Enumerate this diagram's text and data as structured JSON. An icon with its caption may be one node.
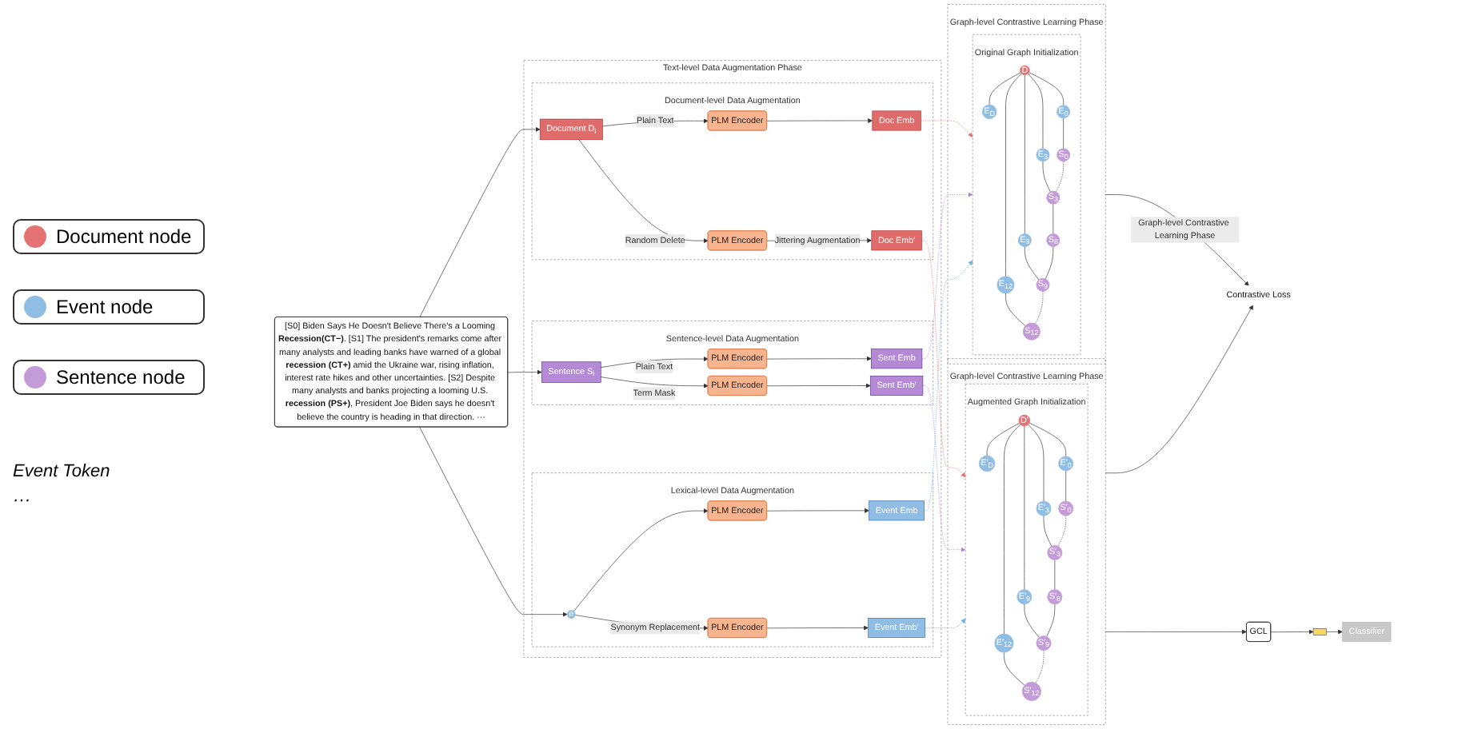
{
  "diagram": {
    "nodes": [
      {
        "text": [
          "Contrastive Loss"
        ]
      },
      {
        "text": [
          "Text-level Data Augmentation Phase"
        ]
      },
      {
        "text": [
          "Document-level Data Augmentation"
        ],
        "in": 1
      },
      {
        "text": [
          "Doc Emb"
        ],
        "in": 2
      },
      {
        "text": [
          "PLM Encoder"
        ],
        "in": 2
      },
      {
        "text": [
          "Doc Emb′"
        ],
        "in": 2
      },
      {
        "text": [
          "PLM Encoder"
        ],
        "in": 2
      },
      {
        "text": [
          "Document D$_{i}$"
        ],
        "in": 2
      },
      {
        "text": [
          "Sentence-level Data Augmentation"
        ],
        "in": 1
      },
      {
        "text": [
          "Sent Emb"
        ],
        "in": 8
      },
      {
        "text": [
          "PLM Encoder"
        ],
        "in": 8
      },
      {
        "text": [
          "Sent Emb′"
        ],
        "in": 8
      },
      {
        "text": [
          "PLM Encoder"
        ],
        "in": 8
      },
      {
        "text": [
          "Sentence S$_{i}$"
        ],
        "in": 8
      },
      {
        "text": [
          "Lexical-level Data Augmentation"
        ],
        "in": 1
      },
      {
        "text": [
          "Event Emb"
        ],
        "in": 14
      },
      {
        "text": [
          "PLM Encoder"
        ],
        "in": 14
      },
      {
        "text": [
          "Event Emb′"
        ],
        "in": 14
      },
      {
        "text": [
          "PLM Encoder"
        ],
        "in": 14
      },
      {
        "text": [
          "e"
        ],
        "in": 14
      },
      {
        "text": [
          "Graph-level Contrastive Learning Phase"
        ]
      },
      {
        "text": [
          "Original Graph Initialization"
        ],
        "in": 20
      },
      {
        "text": [
          "D"
        ],
        "in": 21
      },
      {
        "text": [
          "E$_{D}$"
        ],
        "in": 21
      },
      {
        "text": [
          "E$_{0}$"
        ],
        "in": 21
      },
      {
        "text": [
          "E$_{3}$"
        ],
        "in": 21
      },
      {
        "text": [
          "E$_{9}$"
        ],
        "in": 21
      },
      {
        "text": [
          "E$_{12}$"
        ],
        "in": 21
      },
      {
        "text": [
          "S$_{0}$"
        ],
        "in": 21
      },
      {
        "text": [
          "S$_{3}$"
        ],
        "in": 21
      },
      {
        "text": [
          "S$_{8}$"
        ],
        "in": 21
      },
      {
        "text": [
          "S$_{9}$"
        ],
        "in": 21
      },
      {
        "text": [
          "S$_{12}$"
        ],
        "in": 21
      },
      {
        "text": [
          "Graph-level Contrastive Learning Phase"
        ]
      },
      {
        "text": [
          "Augmented Graph Initialization"
        ],
        "in": 33
      },
      {
        "text": [
          "D′"
        ],
        "in": 34
      },
      {
        "text": [
          "E′$_{D}$"
        ],
        "in": 34
      },
      {
        "text": [
          "E′$_{0}$"
        ],
        "in": 34
      },
      {
        "text": [
          "E′$_{3}$"
        ],
        "in": 34
      },
      {
        "text": [
          "E′$_{9}$"
        ],
        "in": 34
      },
      {
        "text": [
          "E′$_{12}$"
        ],
        "in": 34
      },
      {
        "text": [
          "S′$_{0}$"
        ],
        "in": 34
      },
      {
        "text": [
          "S′$_{3}$"
        ],
        "in": 34
      },
      {
        "text": [
          "S′$_{8}$"
        ],
        "in": 34
      },
      {
        "text": [
          "S′$_{9}$"
        ],
        "in": 34
      },
      {
        "text": [
          "S′$_{12}$"
        ],
        "in": 34
      },
      {
        "text": [
          "[S0] Biden Says He Doesn't Believe There's a Looming **Recession(CT−)**. [S1] The president's remarks come after many analysts and leading banks have warned of a global **recession (CT+)** amid the Ukraine war, rising inflation, interest rate hikes and other uncertainties. [S2] Despite many analysts and banks projecting a looming U.S. **recession (PS+)**, President Joe Biden says he doesn't believe the country is heading in that direction. ···"
        ]
      },
      {
        "text": [
          "GCL"
        ]
      },
      {
        "text": [],
        "shape": "bar"
      },
      {
        "text": [
          "Classifier"
        ]
      }
    ],
    "edges": [
      {
        "from": 4,
        "to": 3,
        "arrow": "to"
      },
      {
        "from": 6,
        "to": 5,
        "arrow": "to",
        "label": "Jittering Augmentation"
      },
      {
        "from": 7,
        "to": 4,
        "arrow": "to",
        "label": "Plain Text"
      },
      {
        "from": 7,
        "to": 6,
        "arrow": "to",
        "label": "Random Delete"
      },
      {
        "from": 10,
        "to": 9,
        "arrow": "to"
      },
      {
        "from": 12,
        "to": 11,
        "arrow": "to"
      },
      {
        "from": 13,
        "to": 10,
        "arrow": "to",
        "label": "Plain Text"
      },
      {
        "from": 13,
        "to": 12,
        "arrow": "to",
        "label": "Term Mask"
      },
      {
        "from": 16,
        "to": 15,
        "arrow": "to"
      },
      {
        "from": 18,
        "to": 17,
        "arrow": "to"
      },
      {
        "from": 19,
        "to": 16,
        "arrow": "to"
      },
      {
        "from": 19,
        "to": 18,
        "arrow": "to",
        "label": "Synonym Replacement"
      },
      {
        "from": 46,
        "to": 19,
        "arrow": "to"
      },
      {
        "from": 46,
        "to": 13,
        "arrow": "to"
      },
      {
        "from": 46,
        "to": 7,
        "arrow": "to"
      },
      {
        "from": 3,
        "to": 21,
        "arrow": "to",
        "style": "dashed",
        "color": "#e8706e"
      },
      {
        "from": 5,
        "to": 34,
        "arrow": "to",
        "style": "dashed",
        "color": "#e8706e"
      },
      {
        "from": 9,
        "to": 21,
        "arrow": "to",
        "style": "dashed",
        "color": "#b07fd8"
      },
      {
        "from": 11,
        "to": 34,
        "arrow": "to",
        "style": "dashed",
        "color": "#b07fd8"
      },
      {
        "from": 15,
        "to": 21,
        "arrow": "to",
        "style": "dashed",
        "color": "#6aaee0"
      },
      {
        "from": 17,
        "to": 34,
        "arrow": "to",
        "style": "dashed",
        "color": "#6aaee0"
      },
      {
        "from": 20,
        "to": 0,
        "arrow": "to",
        "label": "Graph-level Contrastive Learning Phase"
      },
      {
        "from": 33,
        "to": 0,
        "arrow": "to"
      },
      {
        "from": 33,
        "to": 47,
        "arrow": "to"
      },
      {
        "from": 47,
        "to": 48,
        "arrow": "to"
      },
      {
        "from": 48,
        "to": 49,
        "arrow": "to"
      },
      {
        "from": 22,
        "to": 23,
        "arrow": "none"
      },
      {
        "from": 22,
        "to": 24,
        "arrow": "none"
      },
      {
        "from": 22,
        "to": 25,
        "arrow": "none"
      },
      {
        "from": 22,
        "to": 26,
        "arrow": "none"
      },
      {
        "from": 22,
        "to": 27,
        "arrow": "none"
      },
      {
        "from": 24,
        "to": 28,
        "arrow": "none"
      },
      {
        "from": 25,
        "to": 29,
        "arrow": "none"
      },
      {
        "from": 26,
        "to": 31,
        "arrow": "none"
      },
      {
        "from": 27,
        "to": 32,
        "arrow": "none"
      },
      {
        "from": 28,
        "to": 29,
        "arrow": "none",
        "style": "dashed"
      },
      {
        "from": 29,
        "to": 30,
        "arrow": "none"
      },
      {
        "from": 30,
        "to": 31,
        "arrow": "none"
      },
      {
        "from": 31,
        "to": 32,
        "arrow": "none",
        "style": "dashed"
      },
      {
        "from": 35,
        "to": 36,
        "arrow": "none"
      },
      {
        "from": 35,
        "to": 37,
        "arrow": "none"
      },
      {
        "from": 35,
        "to": 38,
        "arrow": "none"
      },
      {
        "from": 35,
        "to": 39,
        "arrow": "none"
      },
      {
        "from": 35,
        "to": 40,
        "arrow": "none"
      },
      {
        "from": 37,
        "to": 41,
        "arrow": "none"
      },
      {
        "from": 38,
        "to": 42,
        "arrow": "none"
      },
      {
        "from": 39,
        "to": 44,
        "arrow": "none"
      },
      {
        "from": 40,
        "to": 45,
        "arrow": "none"
      },
      {
        "from": 41,
        "to": 42,
        "arrow": "none",
        "style": "dashed"
      },
      {
        "from": 42,
        "to": 43,
        "arrow": "none"
      },
      {
        "from": 43,
        "to": 44,
        "arrow": "none"
      },
      {
        "from": 44,
        "to": 45,
        "arrow": "none",
        "style": "dashed"
      }
    ],
    "labels": [
      "Event Token",
      "···"
    ],
    "legend": [
      {
        "text": "Document node",
        "color": "#e57373"
      },
      {
        "text": "Event node",
        "color": "#8fbde3"
      },
      {
        "text": "Sentence node",
        "color": "#c39bd8"
      }
    ]
  }
}
